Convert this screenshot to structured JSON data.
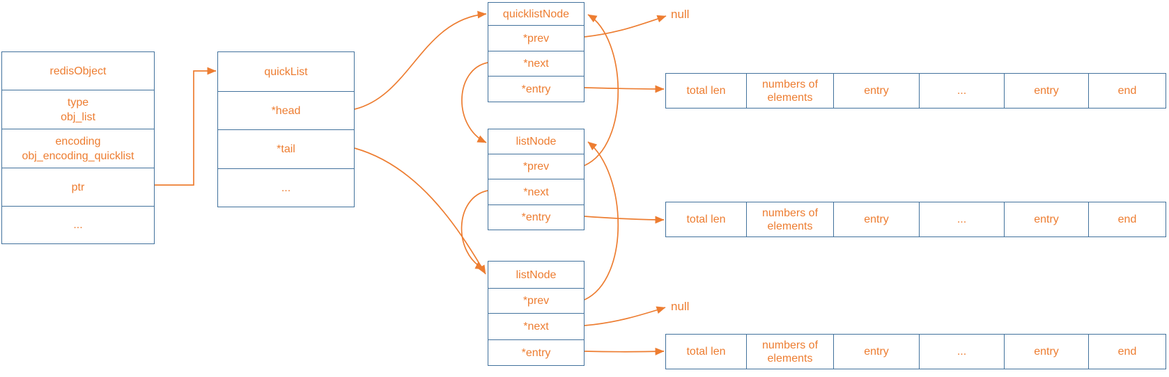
{
  "colors": {
    "accent_orange": "#ED7D31",
    "box_border_blue": "#41719C"
  },
  "boxes": {
    "redis_object": {
      "title": "redisObject",
      "rows": [
        {
          "line1": "type",
          "line2": "obj_list"
        },
        {
          "line1": "encoding",
          "line2": "obj_encoding_quicklist"
        },
        {
          "line1": "ptr"
        },
        {
          "line1": "..."
        }
      ]
    },
    "quick_list": {
      "title": "quickList",
      "rows": [
        {
          "line1": "*head"
        },
        {
          "line1": "*tail"
        },
        {
          "line1": "..."
        }
      ]
    },
    "quicklist_node": {
      "title": "quicklistNode",
      "rows": [
        {
          "line1": "*prev"
        },
        {
          "line1": "*next"
        },
        {
          "line1": "*entry"
        }
      ]
    },
    "list_node_1": {
      "title": "listNode",
      "rows": [
        {
          "line1": "*prev"
        },
        {
          "line1": "*next"
        },
        {
          "line1": "*entry"
        }
      ]
    },
    "list_node_2": {
      "title": "listNode",
      "rows": [
        {
          "line1": "*prev"
        },
        {
          "line1": "*next"
        },
        {
          "line1": "*entry"
        }
      ]
    }
  },
  "ziplists": [
    {
      "cells": [
        "total len",
        "numbers of elements",
        "entry",
        "...",
        "entry",
        "end"
      ]
    },
    {
      "cells": [
        "total len",
        "numbers of elements",
        "entry",
        "...",
        "entry",
        "end"
      ]
    },
    {
      "cells": [
        "total len",
        "numbers of elements",
        "entry",
        "...",
        "entry",
        "end"
      ]
    }
  ],
  "labels": {
    "null_top": "null",
    "null_bottom": "null"
  }
}
